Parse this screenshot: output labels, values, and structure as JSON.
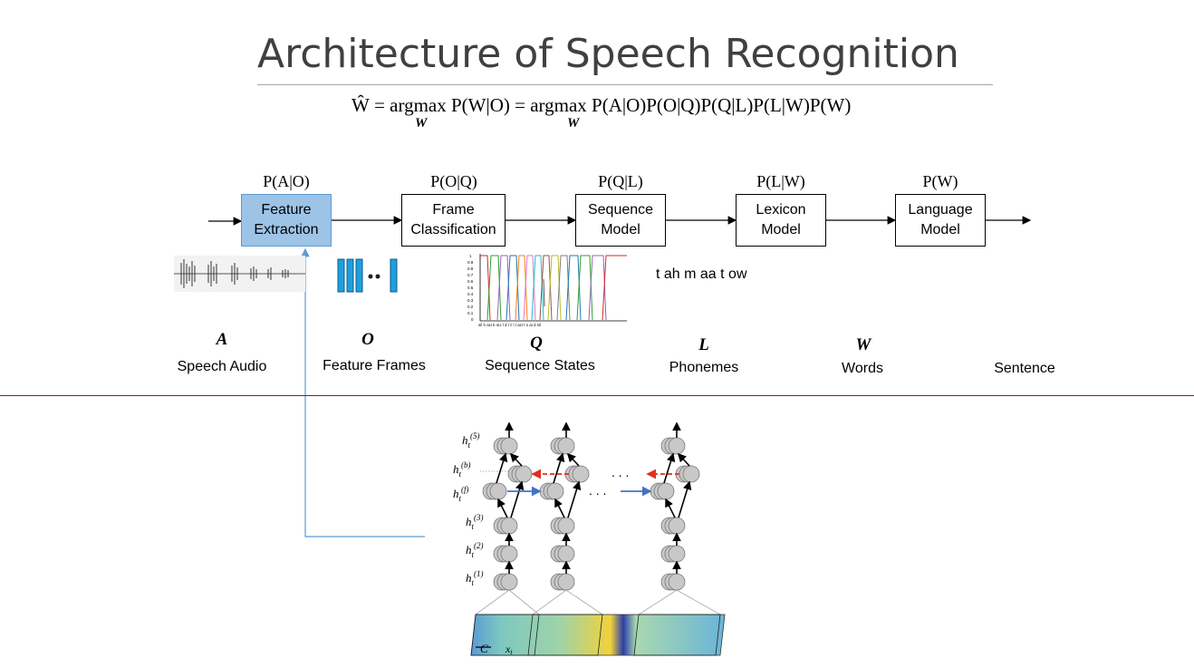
{
  "slide": {
    "title": "Architecture of Speech Recognition",
    "formula": {
      "part1": "Ŵ = argmax P(W|O) = argmax P(A|O)P(O|Q)P(Q|L)P(L|W)P(W)",
      "argmax_sub": "W"
    }
  },
  "pipeline": {
    "boxes": [
      {
        "prob": "P(A|O)",
        "label_line1": "Feature",
        "label_line2": "Extraction"
      },
      {
        "prob": "P(O|Q)",
        "label_line1": "Frame",
        "label_line2": "Classification"
      },
      {
        "prob": "P(Q|L)",
        "label_line1": "Sequence",
        "label_line2": "Model"
      },
      {
        "prob": "P(L|W)",
        "label_line1": "Lexicon",
        "label_line2": "Model"
      },
      {
        "prob": "P(W)",
        "label_line1": "Language",
        "label_line2": "Model"
      }
    ],
    "phoneme_text": "t ah m aa t ow"
  },
  "stages": [
    {
      "symbol": "A",
      "label": "Speech Audio"
    },
    {
      "symbol": "O",
      "label": "Feature Frames"
    },
    {
      "symbol": "Q",
      "label": "Sequence States"
    },
    {
      "symbol": "L",
      "label": "Phonemes"
    },
    {
      "symbol": "W",
      "label": "Words"
    },
    {
      "symbol": "",
      "label": "Sentence"
    }
  ],
  "network": {
    "layer_labels": [
      "h_t^(5)",
      "h_t^(b)",
      "h_t^(f)",
      "h_t^(3)",
      "h_t^(2)",
      "h_t^(1)"
    ],
    "context_label": "C",
    "input_label": "x_t"
  },
  "colors": {
    "feature_box_fill": "#9dc3e6",
    "feature_box_border": "#5b9bd5",
    "divider": "#8b1a2b",
    "title_text": "#404040",
    "forward_arrow": "#4472c4",
    "backward_arrow": "#e0301e",
    "neuron_fill": "#c8c8c8"
  }
}
